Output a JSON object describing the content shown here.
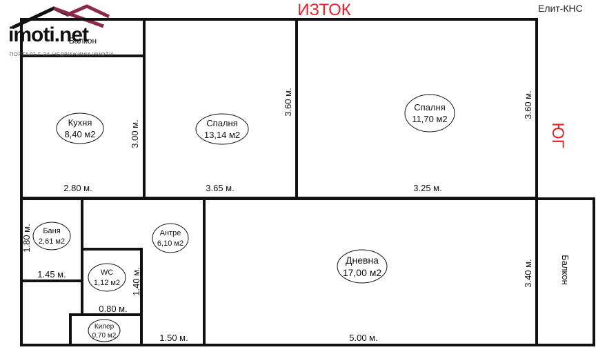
{
  "header": {
    "logo_text": "imoti.net",
    "logo_tagline": "ПОРТАЛЪТ ЗА НЕДВИЖИМИ ИМОТИ",
    "agency": "Елит-КНС"
  },
  "orientation": {
    "east": "ИЗТОК",
    "south": "ЮГ"
  },
  "rooms": {
    "balcony_top": "Балкон",
    "kitchen": {
      "name": "Кухня",
      "area": "8,40 м2"
    },
    "bedroom1": {
      "name": "Спалня",
      "area": "13,14 м2"
    },
    "bedroom2": {
      "name": "Спалня",
      "area": "11,70 м2"
    },
    "bathroom": {
      "name": "Баня",
      "area": "2,61 м2"
    },
    "hall": {
      "name": "Антре",
      "area": "6,10 м2"
    },
    "wc": {
      "name": "WC",
      "area": "1,12 м2"
    },
    "closet": {
      "name": "Килер",
      "area": "0,70 м2"
    },
    "living": {
      "name": "Дневна",
      "area": "17,00 м2"
    },
    "balcony_right": "Балкон"
  },
  "dimensions": {
    "kitchen_w": "2.80 м.",
    "kitchen_h": "3.00 м.",
    "bedroom1_w": "3.65 м.",
    "bedroom1_h": "3.60 м.",
    "bedroom2_w": "3.25 м.",
    "bedroom2_h": "3.60 м.",
    "bathroom_w": "1.45 м.",
    "bathroom_h": "1.80 м.",
    "wc_w": "0.80 м.",
    "wc_h": "1.40 м.",
    "hall_w": "1.50 м.",
    "living_w": "5.00 м.",
    "living_h": "3.40 м."
  },
  "colors": {
    "accent_red": "#e8202a",
    "logo_roof": "#8b2a4a",
    "wall": "#111111"
  }
}
